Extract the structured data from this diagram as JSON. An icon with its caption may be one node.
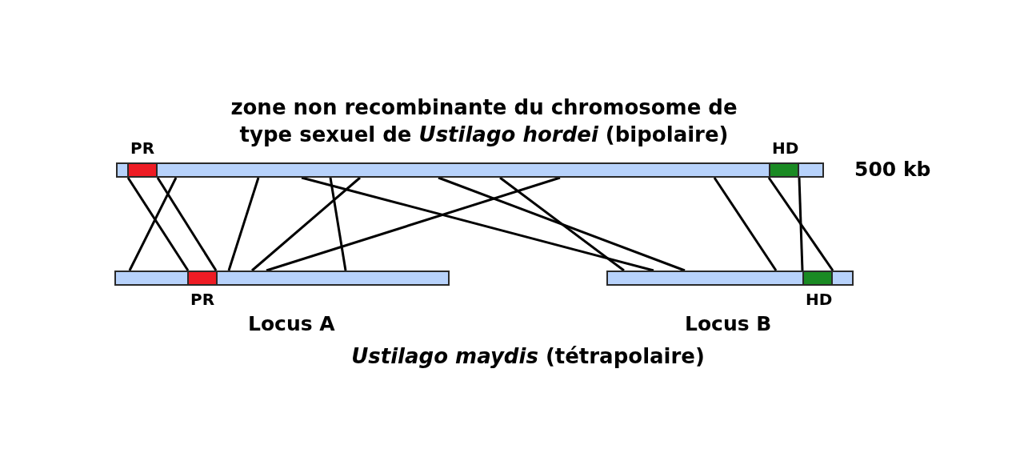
{
  "diagram": {
    "title": "zone non recombinante du chromosome de type sexuel de *Ustilago hordei* (bipolaire)",
    "caption": "*Ustilago maydis* (tétrapolaire)",
    "nodes": [
      {
        "text": [],
        "shape": "bar",
        "beside": [
          "500 kb"
        ]
      },
      {
        "text": [
          "PR"
        ],
        "in": 0
      },
      {
        "text": [
          "HD"
        ],
        "in": 0
      },
      {
        "text": [],
        "shape": "bar",
        "beside": [
          "Locus A"
        ]
      },
      {
        "text": [
          "PR"
        ],
        "in": 3
      },
      {
        "text": [],
        "shape": "bar",
        "beside": [
          "Locus B"
        ]
      },
      {
        "text": [
          "HD"
        ],
        "in": 5
      }
    ],
    "edges": [
      {
        "from": 1,
        "to": 4,
        "arrow": "none"
      },
      {
        "from": 1,
        "to": 4,
        "arrow": "none"
      },
      {
        "from": 0,
        "to": 3,
        "arrow": "none"
      },
      {
        "from": 0,
        "to": 3,
        "arrow": "none"
      },
      {
        "from": 0,
        "to": 3,
        "arrow": "none"
      },
      {
        "from": 0,
        "to": 3,
        "arrow": "none"
      },
      {
        "from": 0,
        "to": 3,
        "arrow": "none"
      },
      {
        "from": 0,
        "to": 5,
        "arrow": "none"
      },
      {
        "from": 0,
        "to": 5,
        "arrow": "none"
      },
      {
        "from": 0,
        "to": 5,
        "arrow": "none"
      },
      {
        "from": 0,
        "to": 5,
        "arrow": "none"
      },
      {
        "from": 2,
        "to": 6,
        "arrow": "none"
      },
      {
        "from": 2,
        "to": 6,
        "arrow": "none"
      }
    ]
  }
}
